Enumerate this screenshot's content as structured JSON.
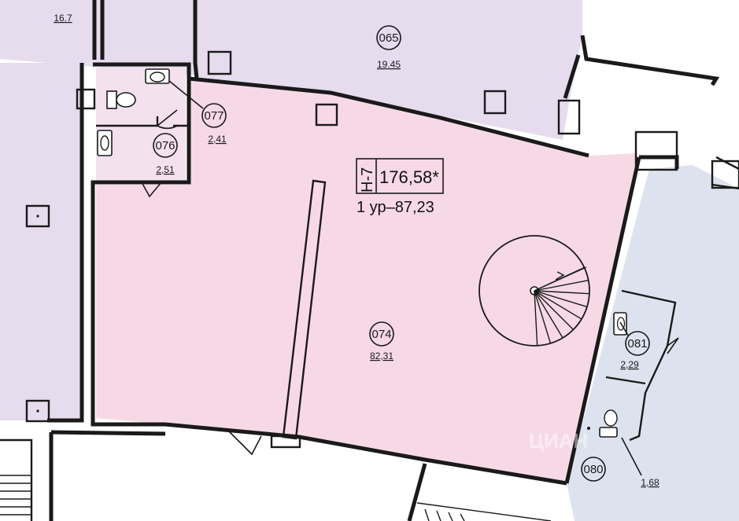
{
  "colors": {
    "main_fill": "#f7d9e6",
    "upper_fill": "#e6dcee",
    "left_fill": "#e6dcee",
    "right_fill": "#dde3ee",
    "wc_fill": "#f3e1ee",
    "wall": "#1a1a1a"
  },
  "rooms": [
    {
      "id": "r065",
      "number": "065",
      "area": "19.45"
    },
    {
      "id": "r074",
      "number": "074",
      "area": "82,31"
    },
    {
      "id": "r076",
      "number": "076",
      "area": "2,51"
    },
    {
      "id": "r077",
      "number": "077",
      "area": "2,41"
    },
    {
      "id": "r080",
      "number": "080",
      "area": "1,68"
    },
    {
      "id": "r081",
      "number": "081",
      "area": "2,29"
    },
    {
      "id": "rtop",
      "number": "",
      "area": "16.7"
    }
  ],
  "unit_label": {
    "code": "Н-7",
    "total_area": "176,58*",
    "level_line": "1 ур–87,23"
  },
  "watermark": {
    "text": "ЦИАН"
  },
  "icons": {
    "stair": "spiral-stair-icon",
    "wc": "toilet-icon",
    "sink": "sink-icon",
    "shaft": "shaft-icon"
  }
}
